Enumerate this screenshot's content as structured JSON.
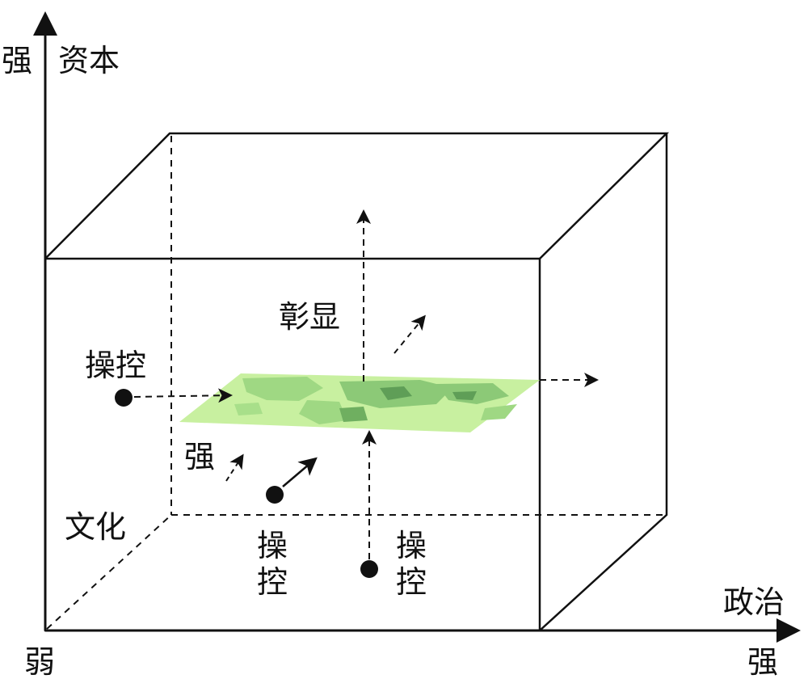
{
  "axes": {
    "y_label": "资本",
    "y_strong": "强",
    "x_label": "政治",
    "x_strong": "强",
    "origin_weak": "弱",
    "z_label": "文化",
    "z_strong": "强"
  },
  "labels": {
    "reveal": "彰显",
    "manipulate_left": "操控",
    "manipulate_bottom_left_1": "操",
    "manipulate_bottom_left_2": "控",
    "manipulate_bottom_right_1": "操",
    "manipulate_bottom_right_2": "控"
  },
  "colors": {
    "line": "#111111",
    "plane_light": "#c8f0a0",
    "plane_mid": "#9fd883",
    "plane_dark": "#5f9e57"
  }
}
